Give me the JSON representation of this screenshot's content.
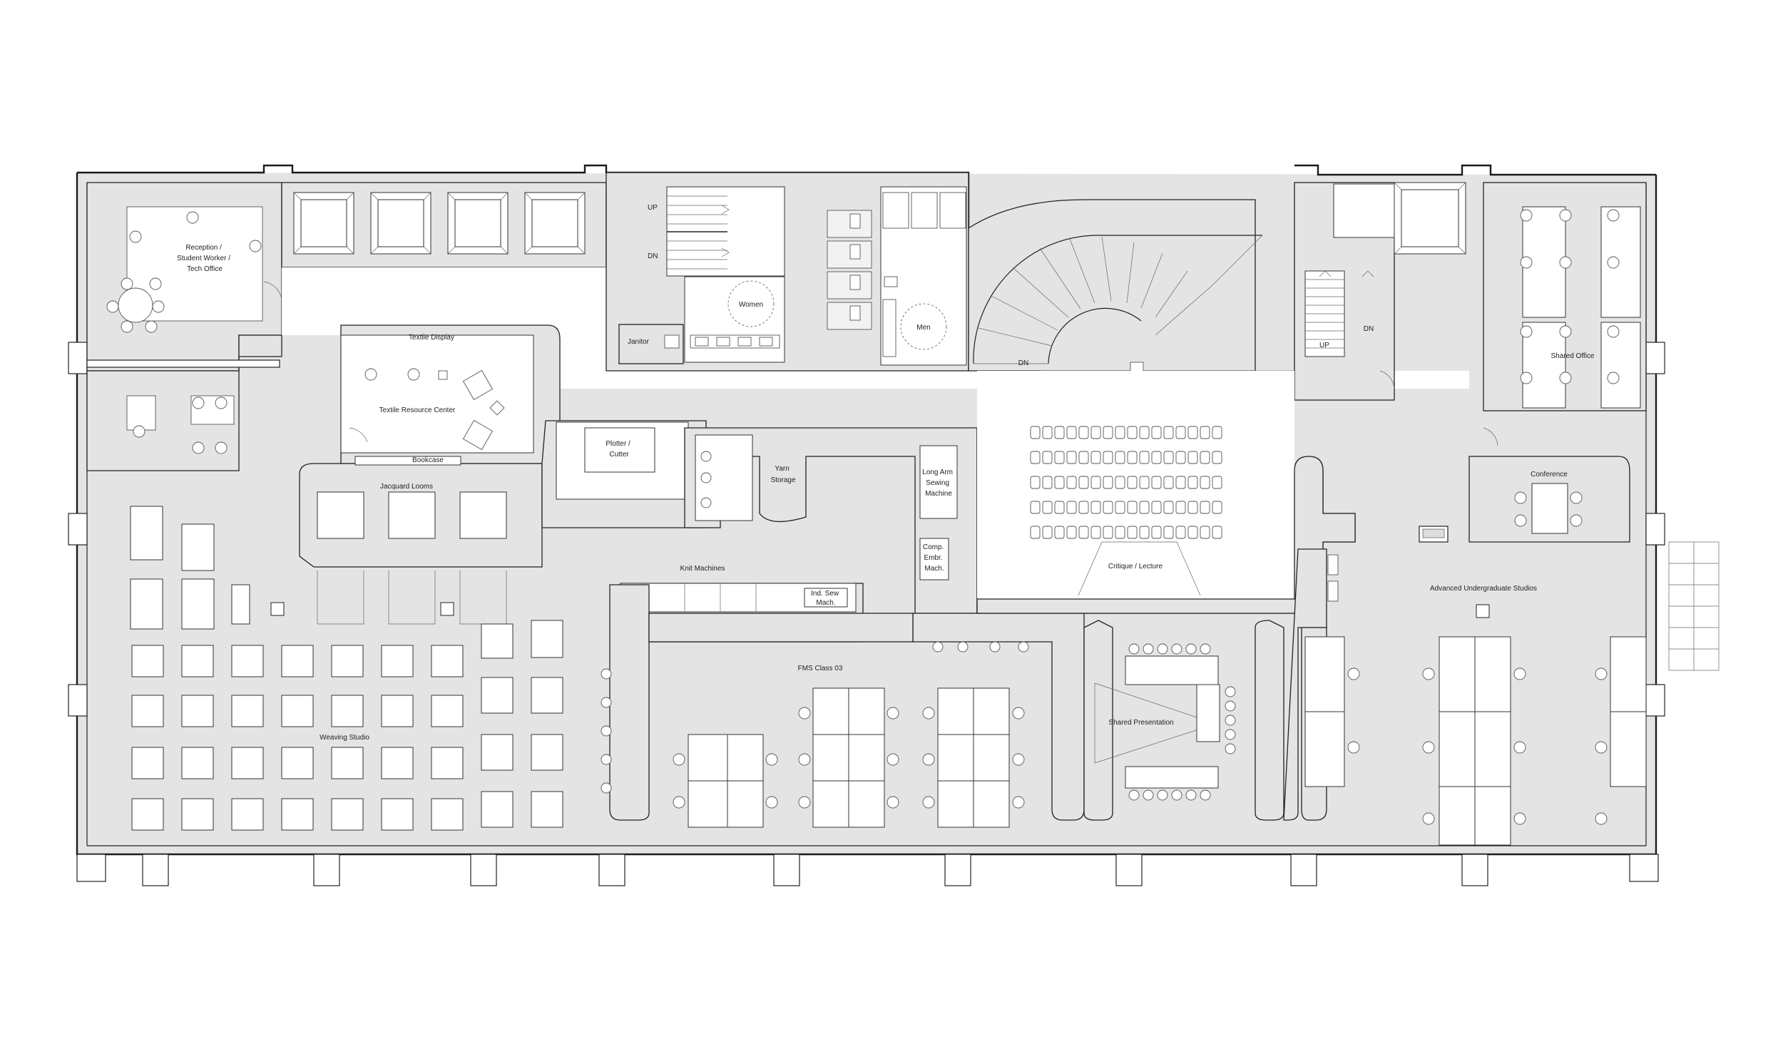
{
  "rooms": {
    "reception": [
      "Reception /",
      "Student Worker /",
      "Tech Office"
    ],
    "textile_display": "Textile Display",
    "textile_resource_center": "Textile Resource Center",
    "bookcase": "Bookcase",
    "jacquard_looms": "Jacquard Looms",
    "plotter_cutter": [
      "Plotter /",
      "Cutter"
    ],
    "yarn_storage": [
      "Yarn",
      "Storage"
    ],
    "long_arm": [
      "Long Arm",
      "Sewing",
      "Machine"
    ],
    "comp_embr": [
      "Comp.",
      "Embr.",
      "Mach."
    ],
    "knit_machines": "Knit Machines",
    "ind_sew": [
      "Ind. Sew",
      "Mach."
    ],
    "fms_class": "FMS Class 03",
    "weaving_studio": "Weaving Studio",
    "critique_lecture": "Critique / Lecture",
    "shared_presentation": "Shared Presentation",
    "advanced_studios": "Advanced Undergraduate Studios",
    "conference": "Conference",
    "shared_office": "Shared Office",
    "women": "Women",
    "men": "Men",
    "janitor": "Janitor"
  },
  "stairs": {
    "left_up": "UP",
    "left_dn": "DN",
    "spiral_dn": "DN",
    "right_up": "UP",
    "right_dn": "DN"
  }
}
